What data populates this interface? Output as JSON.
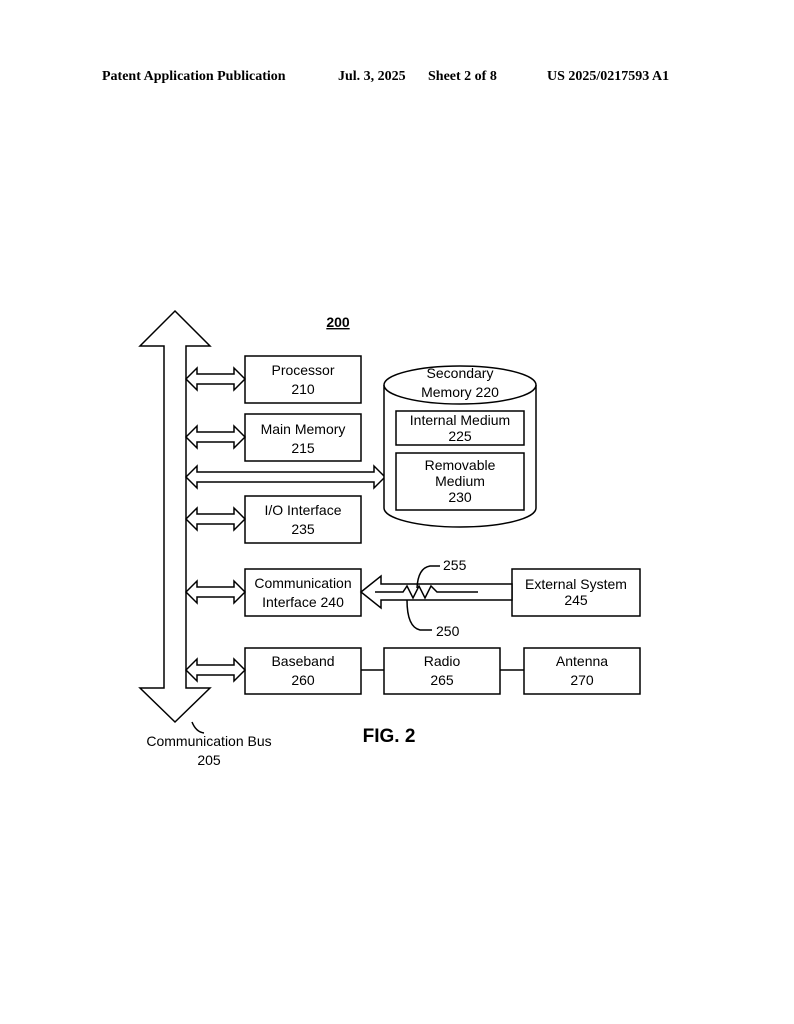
{
  "header": {
    "publication": "Patent Application Publication",
    "date": "Jul. 3, 2025",
    "sheet": "Sheet 2 of 8",
    "number": "US 2025/0217593 A1"
  },
  "figure": {
    "ref_number": "200",
    "caption": "FIG. 2"
  },
  "bus": {
    "line1": "Communication Bus",
    "line2": "205"
  },
  "blocks": {
    "processor": {
      "line1": "Processor",
      "line2": "210"
    },
    "main_memory": {
      "line1": "Main Memory",
      "line2": "215"
    },
    "io_interface": {
      "line1": "I/O Interface",
      "line2": "235"
    },
    "comm_interface": {
      "line1": "Communication",
      "line2": "Interface 240"
    },
    "external_system": {
      "line1": "External System",
      "line2": "245"
    },
    "baseband": {
      "line1": "Baseband",
      "line2": "260"
    },
    "radio": {
      "line1": "Radio",
      "line2": "265"
    },
    "antenna": {
      "line1": "Antenna",
      "line2": "270"
    }
  },
  "secondary_memory": {
    "line1": "Secondary",
    "line2": "Memory 220",
    "internal": {
      "line1": "Internal Medium",
      "line2": "225"
    },
    "removable": {
      "line1": "Removable",
      "line2": "Medium",
      "line3": "230"
    }
  },
  "refs": {
    "link": "255",
    "channel": "250"
  }
}
